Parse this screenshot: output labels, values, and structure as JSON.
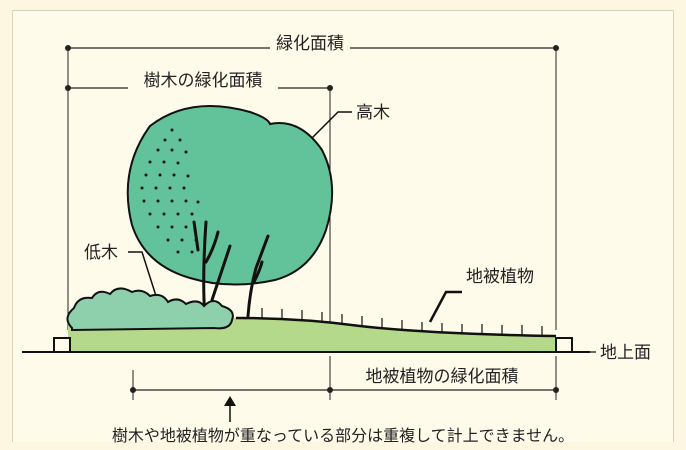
{
  "labels": {
    "greening_area": "緑化面積",
    "tree_greening_area": "樹木の緑化面積",
    "tall_tree": "高木",
    "shrub": "低木",
    "ground_cover": "地被植物",
    "ground_surface": "地上面",
    "ground_cover_greening_area": "地被植物の緑化面積",
    "note": "樹木や地被植物が重なっている部分は重複して計上できません。"
  },
  "colors": {
    "background": "#fffbea",
    "tree_canopy": "#62c29a",
    "shrub": "#8fd0ac",
    "ground": "#b5d98a",
    "line": "#111111"
  }
}
